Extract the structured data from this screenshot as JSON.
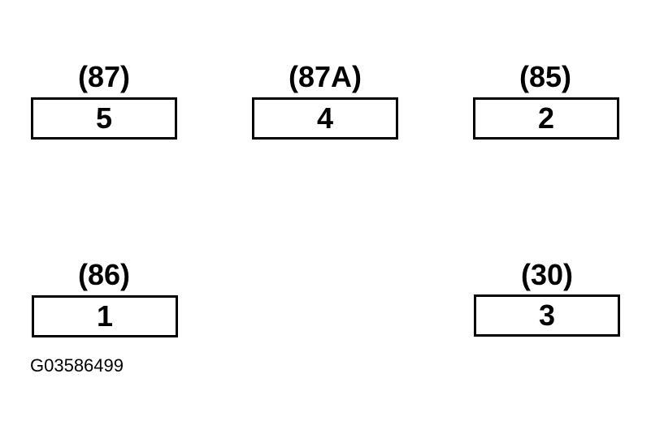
{
  "terminals": [
    {
      "label": "(87)",
      "pin": "5"
    },
    {
      "label": "(87A)",
      "pin": "4"
    },
    {
      "label": "(85)",
      "pin": "2"
    },
    {
      "label": "(86)",
      "pin": "1"
    },
    {
      "label": "(30)",
      "pin": "3"
    }
  ],
  "figure_id": "G03586499"
}
